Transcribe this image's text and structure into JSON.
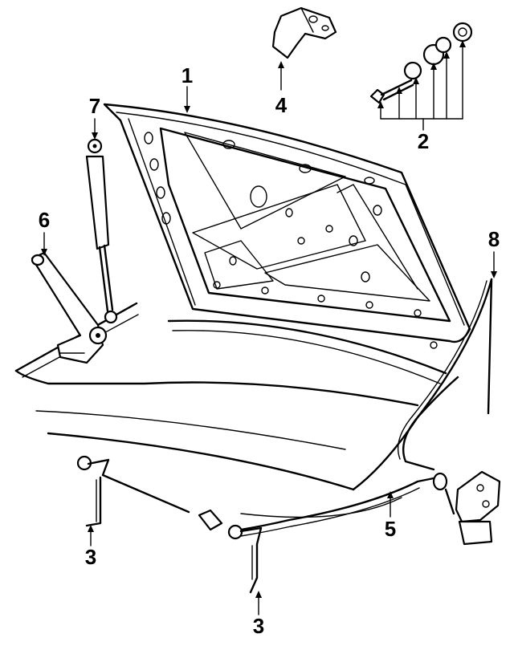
{
  "diagram": {
    "callouts": [
      {
        "id": "hood",
        "label": "1"
      },
      {
        "id": "hinge-bolt-set",
        "label": "2"
      },
      {
        "id": "prop-rod-left",
        "label": "3"
      },
      {
        "id": "prop-rod-right",
        "label": "3"
      },
      {
        "id": "latch-bracket",
        "label": "4"
      },
      {
        "id": "release-cable",
        "label": "5"
      },
      {
        "id": "hinge",
        "label": "6"
      },
      {
        "id": "gas-strut",
        "label": "7"
      },
      {
        "id": "weatherstrip",
        "label": "8"
      }
    ],
    "colors": {
      "line": "#000000",
      "background": "#ffffff"
    }
  }
}
